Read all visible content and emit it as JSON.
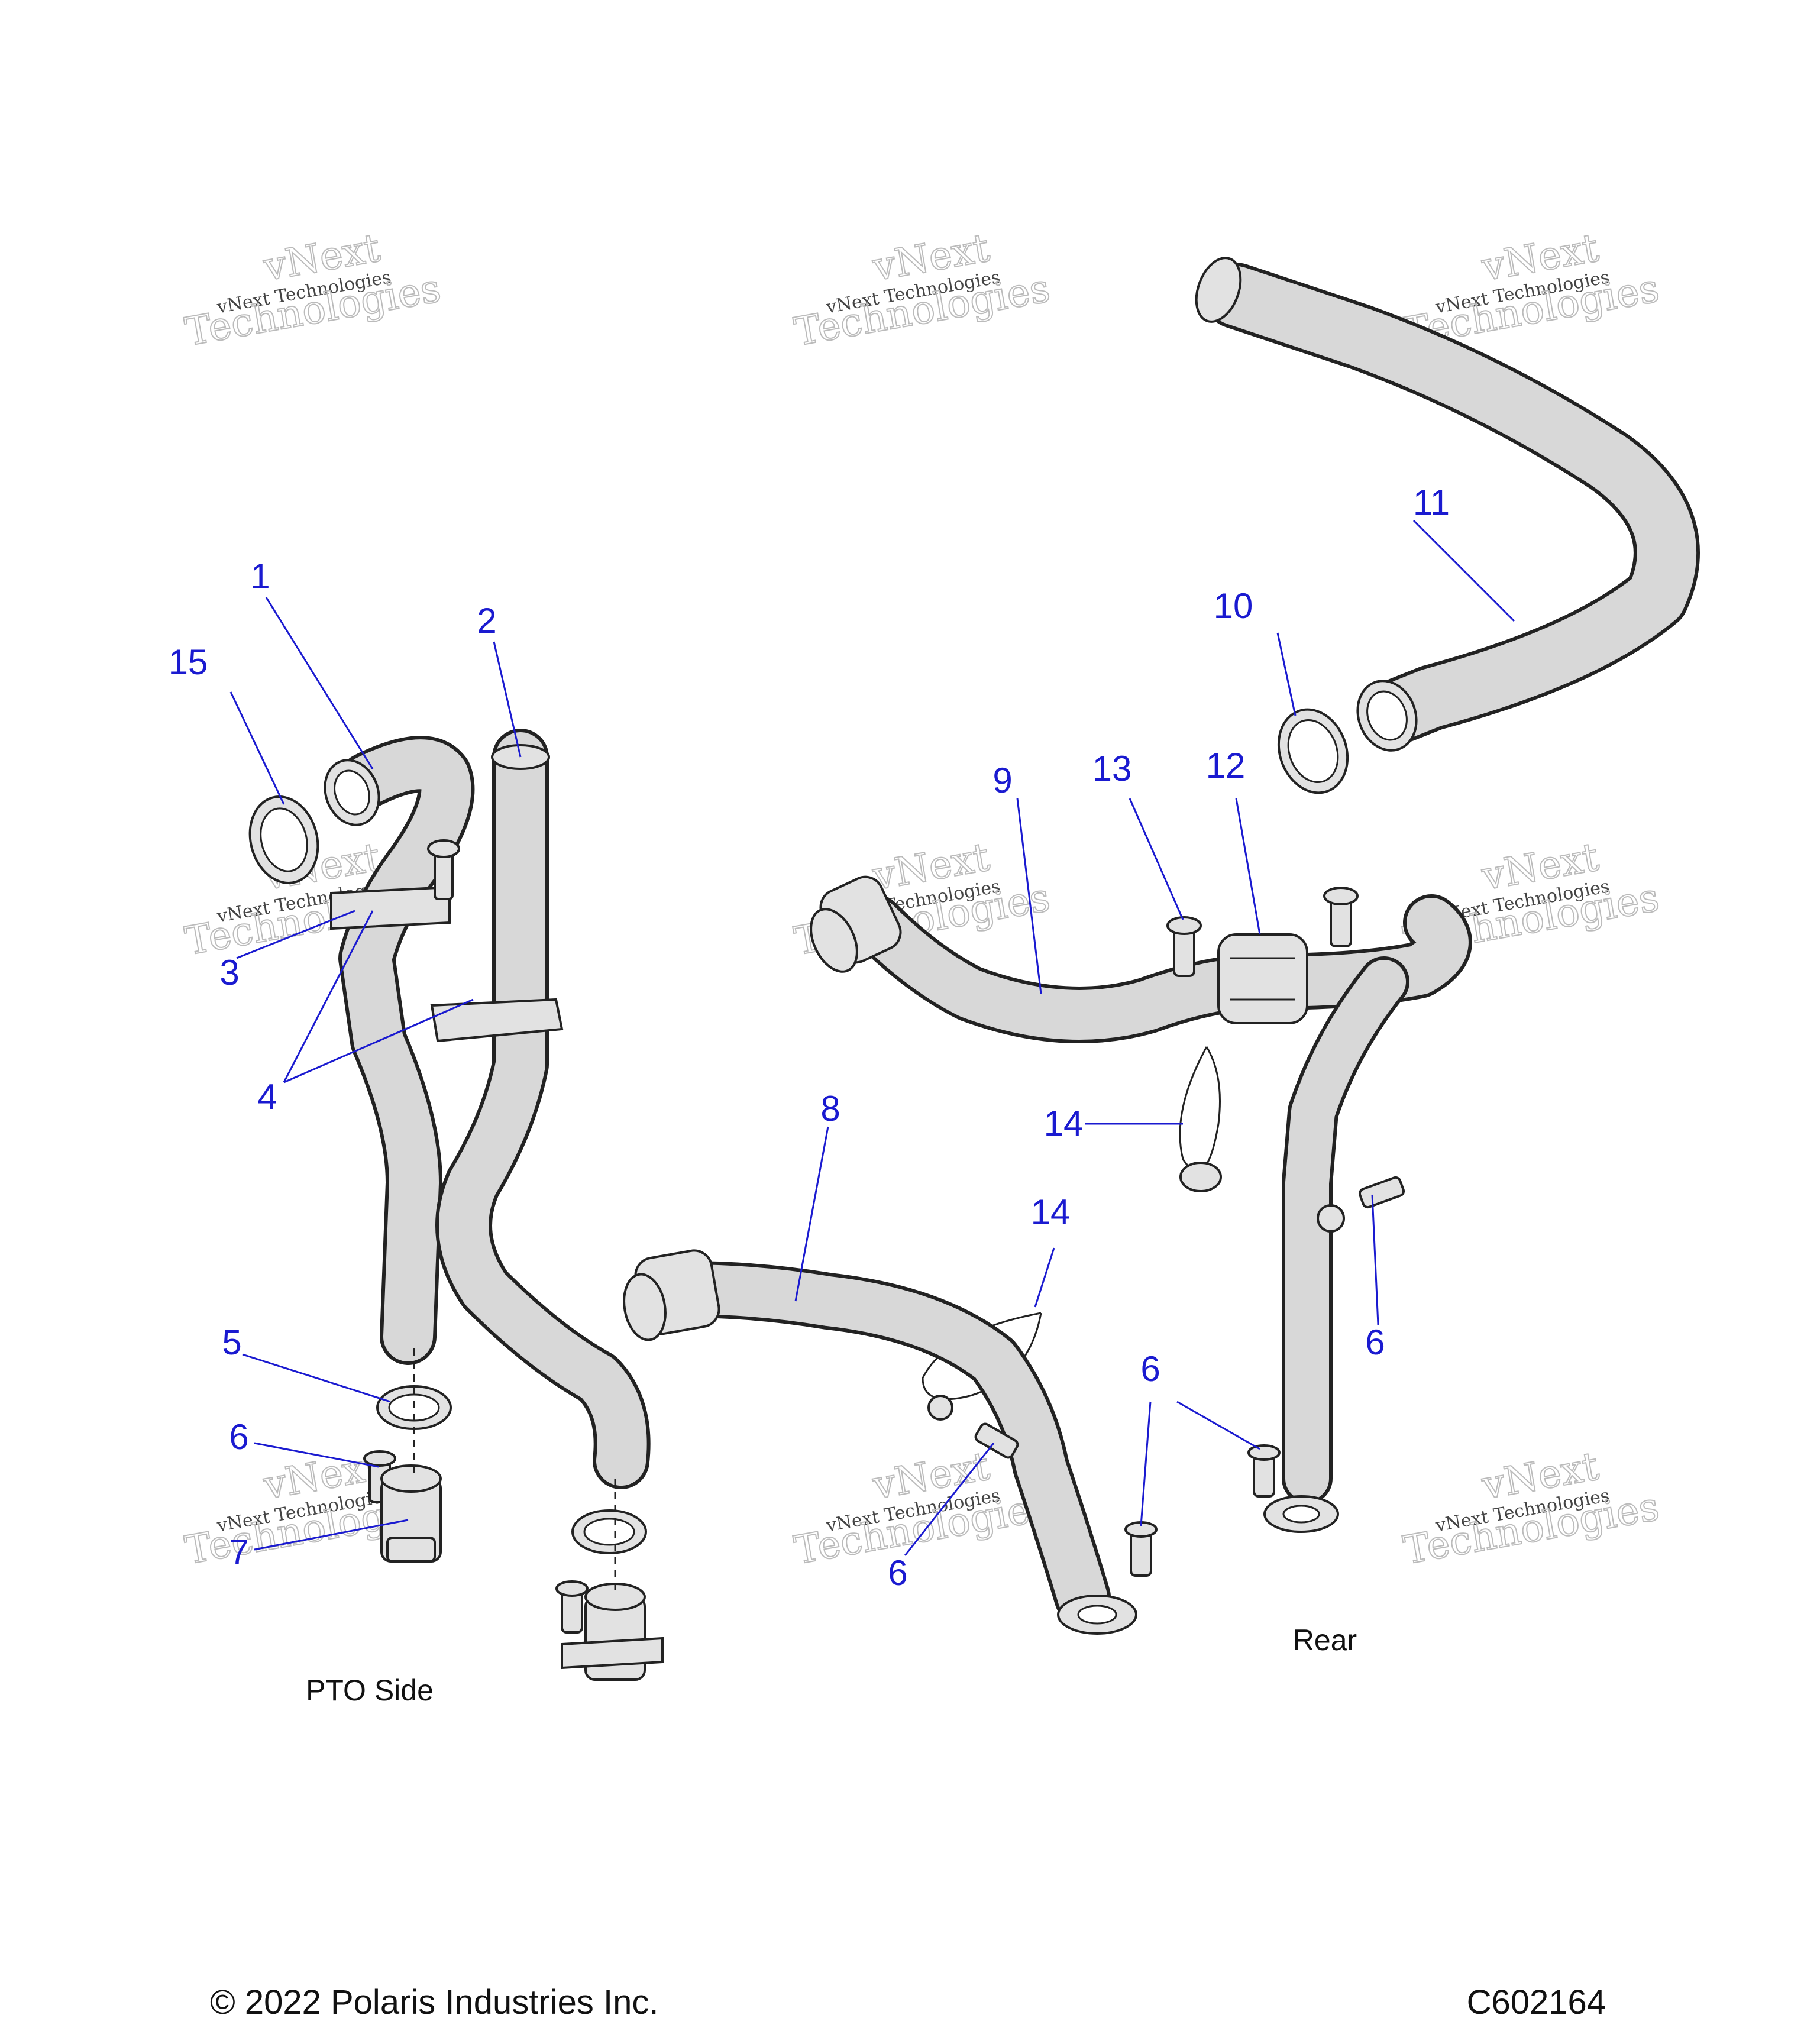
{
  "diagram": {
    "callouts": [
      {
        "id": "1",
        "label": "1"
      },
      {
        "id": "2",
        "label": "2"
      },
      {
        "id": "3",
        "label": "3"
      },
      {
        "id": "4",
        "label": "4"
      },
      {
        "id": "5",
        "label": "5"
      },
      {
        "id": "6a",
        "label": "6"
      },
      {
        "id": "7",
        "label": "7"
      },
      {
        "id": "8",
        "label": "8"
      },
      {
        "id": "9",
        "label": "9"
      },
      {
        "id": "10",
        "label": "10"
      },
      {
        "id": "11",
        "label": "11"
      },
      {
        "id": "12",
        "label": "12"
      },
      {
        "id": "13",
        "label": "13"
      },
      {
        "id": "14a",
        "label": "14"
      },
      {
        "id": "14b",
        "label": "14"
      },
      {
        "id": "15",
        "label": "15"
      },
      {
        "id": "6b",
        "label": "6"
      },
      {
        "id": "6c",
        "label": "6"
      },
      {
        "id": "6d",
        "label": "6"
      }
    ],
    "captions": {
      "pto_side": "PTO Side",
      "rear": "Rear"
    },
    "watermark": {
      "line1": "vNext",
      "line2": "vNext Technologies",
      "line3": "Technologies"
    },
    "footer": {
      "copyright": "© 2022 Polaris Industries Inc.",
      "code": "C602164"
    },
    "colors": {
      "callout": "#1a1ad0",
      "part_fill": "#e2e2e2",
      "outline": "#222222"
    }
  }
}
